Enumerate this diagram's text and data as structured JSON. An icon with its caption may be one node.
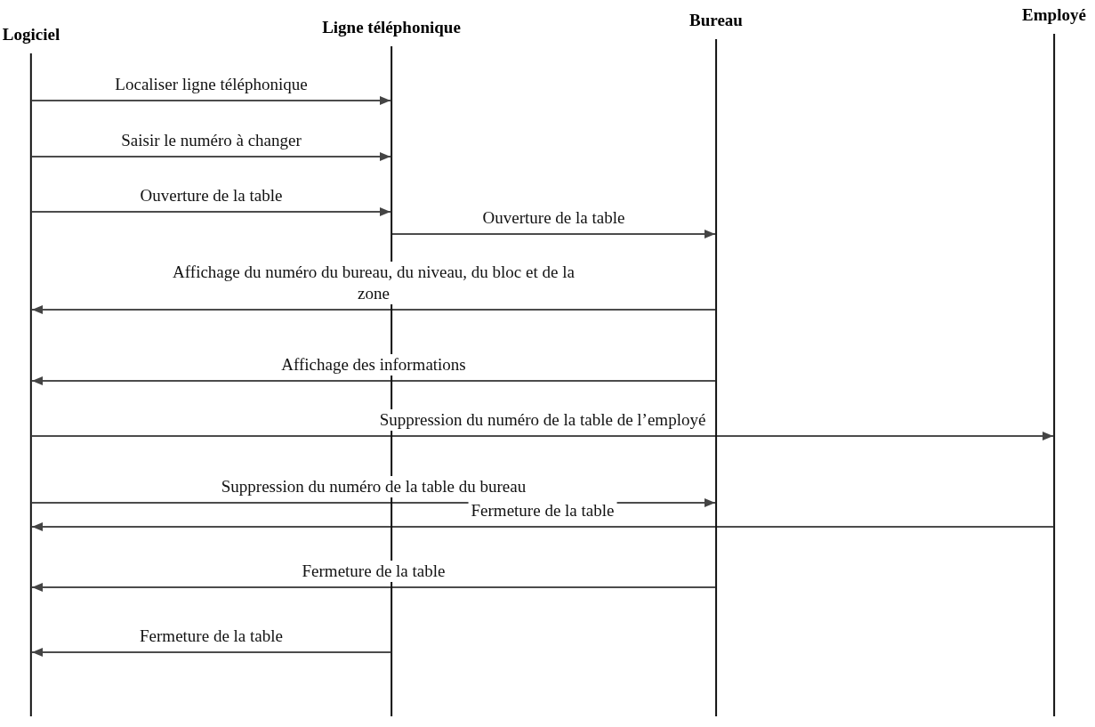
{
  "diagram": {
    "nodes": [
      {
        "text": [
          "Logiciel"
        ]
      },
      {
        "text": [
          "Ligne téléphonique"
        ]
      },
      {
        "text": [
          "Bureau"
        ]
      },
      {
        "text": [
          "Employé"
        ]
      }
    ],
    "edges": [
      {
        "from": 0,
        "to": 1,
        "arrow": "to",
        "label": "Localiser ligne téléphonique"
      },
      {
        "from": 0,
        "to": 1,
        "arrow": "to",
        "label": "Saisir le numéro à changer"
      },
      {
        "from": 0,
        "to": 1,
        "arrow": "to",
        "label": "Ouverture de la table"
      },
      {
        "from": 1,
        "to": 2,
        "arrow": "to",
        "label": "Ouverture de la table"
      },
      {
        "from": 2,
        "to": 0,
        "arrow": "to",
        "label": "Affichage du numéro du bureau, du niveau, du bloc et de la zone"
      },
      {
        "from": 2,
        "to": 0,
        "arrow": "to",
        "label": "Affichage des informations"
      },
      {
        "from": 0,
        "to": 3,
        "arrow": "to",
        "label": "Suppression du numéro de la table de l’employé"
      },
      {
        "from": 0,
        "to": 2,
        "arrow": "to",
        "label": "Suppression du numéro de la table du bureau"
      },
      {
        "from": 3,
        "to": 0,
        "arrow": "to",
        "label": "Fermeture de la table"
      },
      {
        "from": 2,
        "to": 0,
        "arrow": "to",
        "label": "Fermeture de la table"
      },
      {
        "from": 1,
        "to": 0,
        "arrow": "to",
        "label": "Fermeture de la table"
      }
    ]
  }
}
